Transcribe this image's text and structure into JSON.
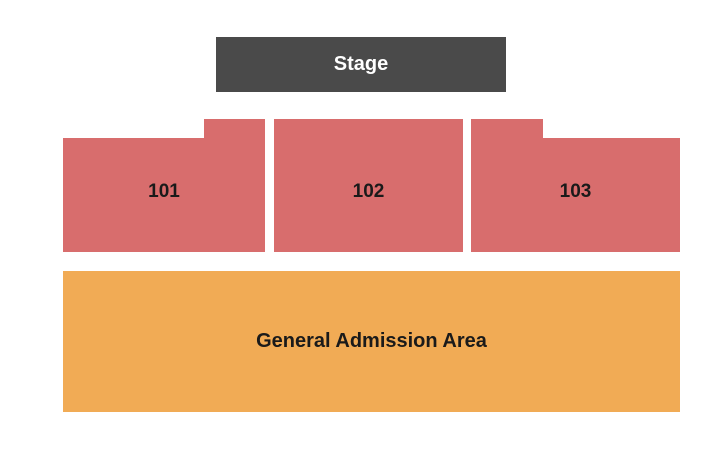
{
  "stage": {
    "label": "Stage",
    "color": "#4a4a4a"
  },
  "sections": [
    {
      "id": "101",
      "label": "101",
      "color": "#d86d6d"
    },
    {
      "id": "102",
      "label": "102",
      "color": "#d86d6d"
    },
    {
      "id": "103",
      "label": "103",
      "color": "#d86d6d"
    }
  ],
  "general_admission": {
    "label": "General Admission Area",
    "color": "#f1ab55"
  }
}
